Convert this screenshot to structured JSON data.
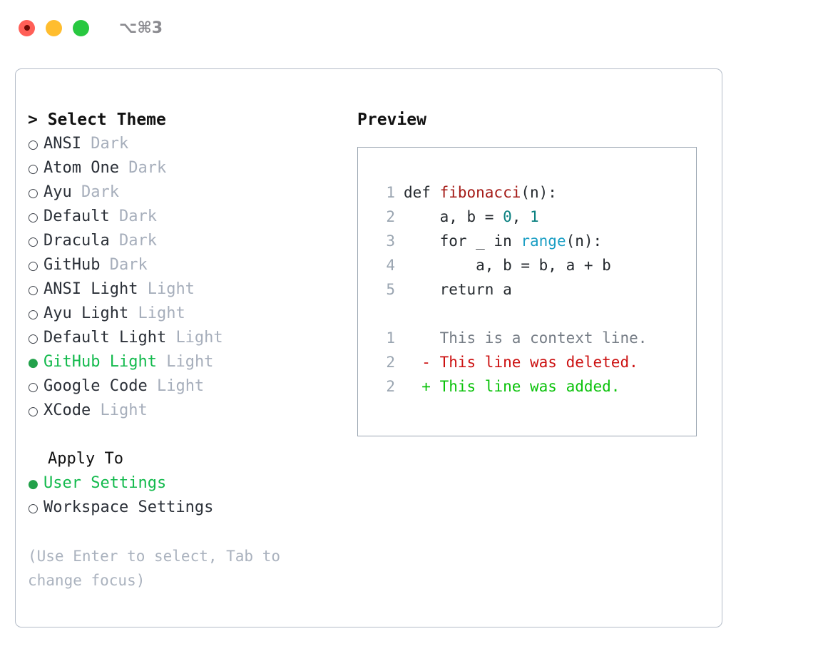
{
  "titlebar": {
    "shortcut": "⌥⌘3",
    "lights": [
      {
        "name": "close",
        "color": "#ff5f57"
      },
      {
        "name": "minimize",
        "color": "#ffbd2e"
      },
      {
        "name": "maximize",
        "color": "#28c840"
      }
    ]
  },
  "colors": {
    "accent_green": "#13ba4d",
    "radio_on": "#22a14a",
    "muted": "#a6aebb",
    "hint": "#aab2be",
    "text": "#2b3038",
    "border_card": "#b4bcc8",
    "border_panel": "#9aa5b1",
    "diff_add": "#0ac20a",
    "diff_del": "#cc1111",
    "diff_ctx": "#767d86",
    "tok_fn": "#a41a16",
    "tok_num": "#0a8080",
    "tok_call": "#1a9ec4"
  },
  "left": {
    "title": "> Select Theme",
    "radio_on_glyph": "●",
    "radio_off_glyph": "○",
    "themes": [
      {
        "name": "ANSI",
        "kind": "Dark",
        "selected": false
      },
      {
        "name": "Atom One",
        "kind": "Dark",
        "selected": false
      },
      {
        "name": "Ayu",
        "kind": "Dark",
        "selected": false
      },
      {
        "name": "Default",
        "kind": "Dark",
        "selected": false
      },
      {
        "name": "Dracula",
        "kind": "Dark",
        "selected": false
      },
      {
        "name": "GitHub",
        "kind": "Dark",
        "selected": false
      },
      {
        "name": "ANSI Light",
        "kind": "Light",
        "selected": false
      },
      {
        "name": "Ayu Light",
        "kind": "Light",
        "selected": false
      },
      {
        "name": "Default Light",
        "kind": "Light",
        "selected": false
      },
      {
        "name": "GitHub Light",
        "kind": "Light",
        "selected": true
      },
      {
        "name": "Google Code",
        "kind": "Light",
        "selected": false
      },
      {
        "name": "XCode",
        "kind": "Light",
        "selected": false
      }
    ],
    "apply_to": {
      "heading": "Apply To",
      "options": [
        {
          "label": "User Settings",
          "selected": true
        },
        {
          "label": "Workspace Settings",
          "selected": false
        }
      ]
    },
    "hint": "(Use Enter to select, Tab to change focus)"
  },
  "right": {
    "title": "Preview",
    "code_lines": [
      {
        "no": "1",
        "tokens": [
          {
            "t": "def ",
            "c": "code-text"
          },
          {
            "t": "fibonacci",
            "c": "tok-fn"
          },
          {
            "t": "(n):",
            "c": "code-text"
          }
        ]
      },
      {
        "no": "2",
        "tokens": [
          {
            "t": "    a, b = ",
            "c": "code-text"
          },
          {
            "t": "0",
            "c": "tok-num"
          },
          {
            "t": ", ",
            "c": "code-text"
          },
          {
            "t": "1",
            "c": "tok-num"
          }
        ]
      },
      {
        "no": "3",
        "tokens": [
          {
            "t": "    for _ in ",
            "c": "code-text"
          },
          {
            "t": "range",
            "c": "tok-call"
          },
          {
            "t": "(n):",
            "c": "code-text"
          }
        ]
      },
      {
        "no": "4",
        "tokens": [
          {
            "t": "        a, b = b, a + b",
            "c": "code-text"
          }
        ]
      },
      {
        "no": "5",
        "tokens": [
          {
            "t": "    return a",
            "c": "code-text"
          }
        ]
      }
    ],
    "diff_lines": [
      {
        "no": "1",
        "marker": " ",
        "text": " This is a context line.",
        "cls": "diff-ctx"
      },
      {
        "no": "2",
        "marker": "-",
        "text": " This line was deleted.",
        "cls": "diff-del"
      },
      {
        "no": "2",
        "marker": "+",
        "text": " This line was added.",
        "cls": "diff-add"
      }
    ]
  }
}
